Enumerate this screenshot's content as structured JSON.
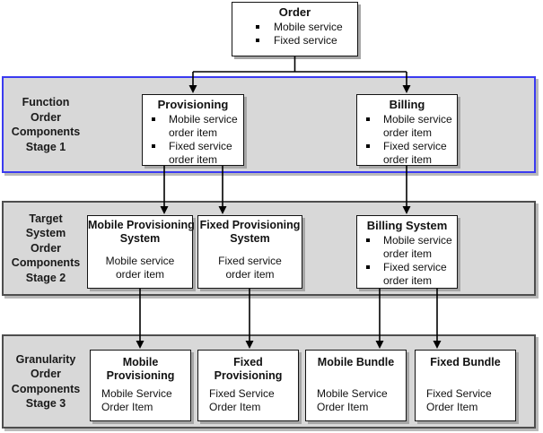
{
  "order": {
    "title": "Order",
    "bullets": [
      "Mobile service",
      "Fixed service"
    ]
  },
  "stage1": {
    "label_lines": [
      "Function",
      "Order",
      "Components",
      "Stage 1"
    ],
    "provisioning": {
      "title": "Provisioning",
      "bullets": [
        "Mobile service order item",
        "Fixed service order item"
      ]
    },
    "billing": {
      "title": "Billing",
      "bullets": [
        "Mobile service order item",
        "Fixed service order item"
      ]
    }
  },
  "stage2": {
    "label_lines": [
      "Target",
      "System",
      "Order",
      "Components",
      "Stage 2"
    ],
    "mobile_provisioning_system": {
      "title_lines": [
        "Mobile Provisioning",
        "System"
      ],
      "body_lines": [
        "Mobile service",
        "order item"
      ]
    },
    "fixed_provisioning_system": {
      "title_lines": [
        "Fixed Provisioning",
        "System"
      ],
      "body_lines": [
        "Fixed service",
        "order item"
      ]
    },
    "billing_system": {
      "title": "Billing System",
      "bullets": [
        "Mobile service order item",
        "Fixed service order item"
      ]
    }
  },
  "stage3": {
    "label_lines": [
      "Granularity",
      "Order",
      "Components",
      "Stage 3"
    ],
    "boxes": [
      {
        "title_lines": [
          "Mobile",
          "Provisioning"
        ],
        "body_lines": [
          "Mobile Service",
          "Order Item"
        ]
      },
      {
        "title_lines": [
          "Fixed",
          "Provisioning"
        ],
        "body_lines": [
          "Fixed Service",
          "Order Item"
        ]
      },
      {
        "title_lines": [
          "Mobile Bundle"
        ],
        "body_lines": [
          "Mobile Service",
          "Order Item"
        ]
      },
      {
        "title_lines": [
          "Fixed Bundle"
        ],
        "body_lines": [
          "Fixed Service",
          "Order Item"
        ]
      }
    ]
  },
  "colors": {
    "stage1_border": "#3b3bf0",
    "band_border": "#4e4e4e",
    "band_fill": "#d8d8d8",
    "box_border": "#141414",
    "arrow": "#000000"
  }
}
